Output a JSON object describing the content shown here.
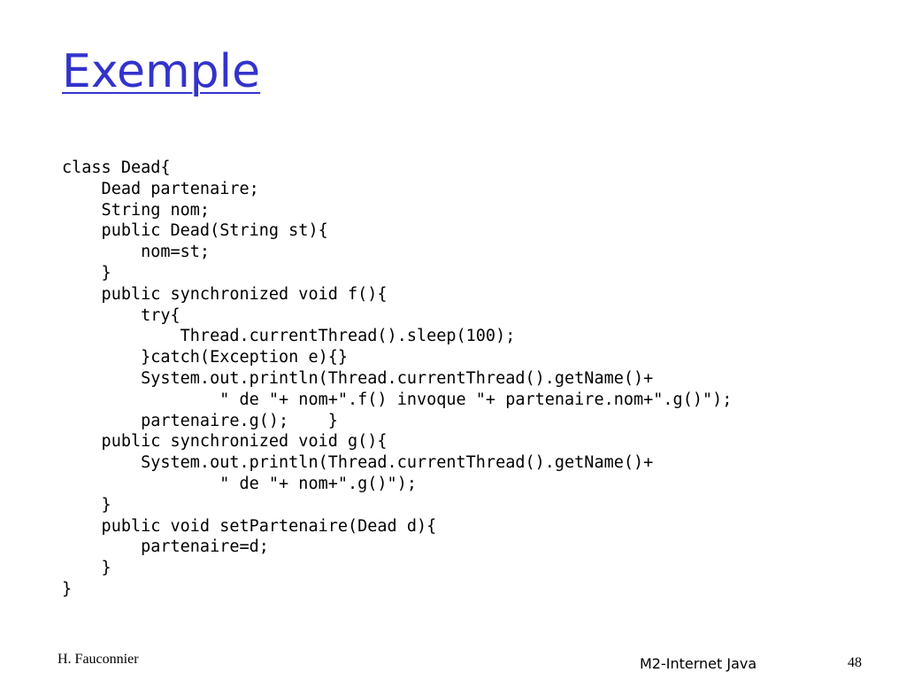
{
  "slide": {
    "title": "Exemple",
    "title_color": "#3333cc",
    "code_lines": [
      "class Dead{",
      "    Dead partenaire;",
      "    String nom;",
      "    public Dead(String st){",
      "        nom=st;",
      "    }",
      "    public synchronized void f(){",
      "        try{",
      "            Thread.currentThread().sleep(100);",
      "        }catch(Exception e){}",
      "        System.out.println(Thread.currentThread().getName()+",
      "                \" de \"+ nom+\".f() invoque \"+ partenaire.nom+\".g()\");",
      "        partenaire.g();    }",
      "    public synchronized void g(){",
      "        System.out.println(Thread.currentThread().getName()+",
      "                \" de \"+ nom+\".g()\");",
      "    }",
      "    public void setPartenaire(Dead d){",
      "        partenaire=d;",
      "    }",
      "}"
    ]
  },
  "footer": {
    "author": "H. Fauconnier",
    "course": "M2-Internet Java",
    "page_number": "48"
  }
}
